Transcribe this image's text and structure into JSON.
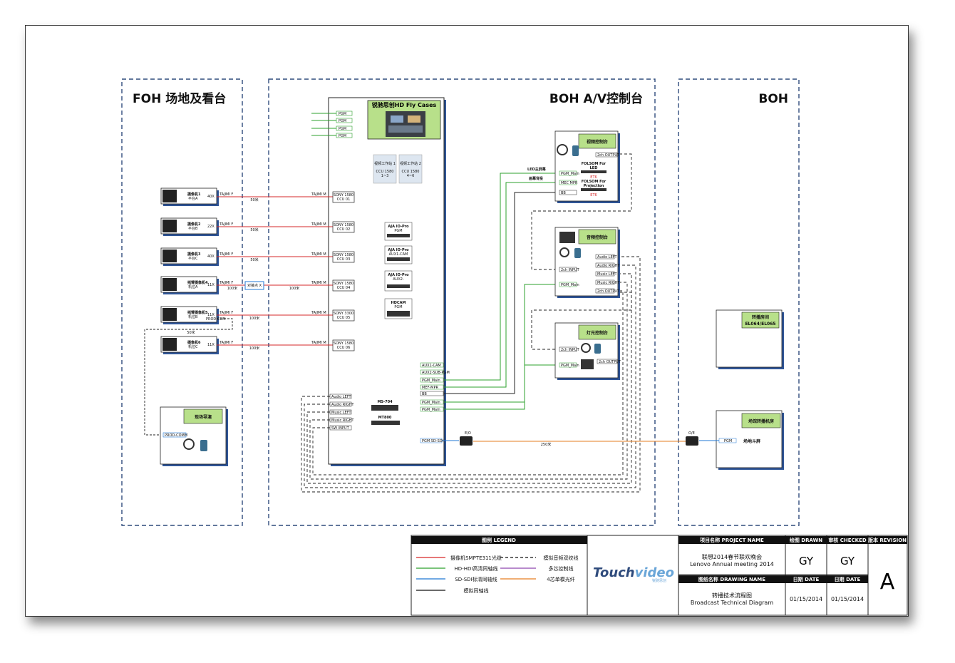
{
  "zones": {
    "foh": "FOH 场地及看台",
    "boh_av": "BOH A/V控制台",
    "boh": "BOH"
  },
  "fly_case": {
    "title": "锐驰思创HD Fly Cases",
    "ccu_group_1": [
      "视频工作站 1",
      "CCU 1580",
      "1~3"
    ],
    "ccu_group_2": [
      "视频工作站 2",
      "CCU 1580",
      "4~6"
    ],
    "aja_units": [
      [
        "AJA IO-Pro",
        "PGM"
      ],
      [
        "AJA IO-Pro",
        "AUX1-CAM"
      ],
      [
        "AJA IO-Pro",
        "AUX2-"
      ]
    ],
    "hdcam": [
      "HDCAM",
      "PGM"
    ],
    "ms_label": "MS-704",
    "mt_label": "MT800",
    "pgm_inputs": [
      "PGM",
      "PGM",
      "PGM",
      "PGM"
    ],
    "right_ports": [
      "AUX1-CAM",
      "AUX2-SUB-PGM",
      "PGM_Main",
      "MEF-MPR",
      "BB",
      "PGM_Main",
      "PGM_Main"
    ],
    "left_ports": [
      "Audio LEFT",
      "Audio RIGHT",
      "Music LEFT",
      "Music RIGHT",
      "SW INPUT"
    ],
    "sd_port": "PGM SD-SDI"
  },
  "cameras": [
    {
      "name": "摄像机1",
      "sub": "平台A",
      "zoom": "40X",
      "ccu": [
        "SONY 1580",
        "CCU 01"
      ],
      "cable": "50米"
    },
    {
      "name": "摄像机2",
      "sub": "平台B",
      "zoom": "22X",
      "ccu": [
        "SONY 1580",
        "CCU 02"
      ],
      "cable": "50米"
    },
    {
      "name": "摄像机3",
      "sub": "平台C",
      "zoom": "40X",
      "ccu": [
        "SONY 1580",
        "CCU 03"
      ],
      "cable": "50米"
    },
    {
      "name": "摇臂摄像机4",
      "sub": "机位A",
      "zoom": "11X",
      "ccu": [
        "SONY 1580",
        "CCU 04"
      ],
      "cable": "100米"
    },
    {
      "name": "摇臂摄像机5",
      "sub": "机位B",
      "zoom": "11X",
      "ccu": [
        "SONY 3300",
        "CCU 05"
      ],
      "cable": "100米"
    },
    {
      "name": "摄像机6",
      "sub": "机位C",
      "zoom": "11X",
      "ccu": [
        "SONY 1580",
        "CCU 06"
      ],
      "cable": "100米"
    }
  ],
  "cable_tag_left": "TAJIMI F",
  "cable_tag_right": "TAJIMI M",
  "junction_box": "对接点 X",
  "junction_len": "100米",
  "cam5_intercom_len": "50米",
  "prod_com": "PROD COM",
  "director": {
    "title": "现场导演",
    "port": "PROD-COMM"
  },
  "video_console": {
    "title": "视频控制台",
    "port_top": "2ch OUTPUT",
    "folsom_led": [
      "FOLSOM For",
      "LED"
    ],
    "folsom_proj": [
      "FOLSOM For",
      "Projection"
    ],
    "et": [
      "ET6",
      "ET6"
    ],
    "ports": [
      "PGM_Main",
      "MEC MPR",
      "BB"
    ],
    "led_label": "LED主屏幕",
    "proj_label": "画幕背投"
  },
  "audio_console": {
    "title": "音频控制台",
    "input": "2ch INPUT",
    "pgm": "PGM_Main",
    "outputs": [
      "Audio LEFT",
      "Audio RIGHT",
      "Music LEFT",
      "Music RIGHT",
      "2ch OUTPUT"
    ]
  },
  "light_console": {
    "title": "灯光控制台",
    "input": "2ch INPUT",
    "pgm": "PGM_Main",
    "output": "2ch OUTPUT"
  },
  "transfer_room": {
    "title": "转播房间",
    "sub": "EL064/EL065"
  },
  "venue_room": {
    "title": "场馆转播机房",
    "port": "PGM",
    "label": "场地斗屏"
  },
  "fiber": {
    "eo": "E/O",
    "oe": "O/E",
    "length": "250米"
  },
  "legend": {
    "title": "图例 LEGEND",
    "items": [
      {
        "label": "摄像机SMPTE311光缆",
        "color": "#d62728",
        "dash": false
      },
      {
        "label": "HD-HDI高清同轴线",
        "color": "#2ca02c",
        "dash": false
      },
      {
        "label": "SD-SDI标清同轴线",
        "color": "#1f77d4",
        "dash": false
      },
      {
        "label": "模拟同轴线",
        "color": "#111111",
        "dash": false
      },
      {
        "label": "模拟音频双绞线",
        "color": "#111111",
        "dash": true
      },
      {
        "label": "多芯控制线",
        "color": "#8e44ad",
        "dash": false
      },
      {
        "label": "4芯单模光纤",
        "color": "#e67e22",
        "dash": false
      }
    ]
  },
  "title_block": {
    "logo_main": "Touch",
    "logo_video": "video",
    "logo_cn": "锐驰思创",
    "project_header": "项目名称 PROJECT NAME",
    "project_cn": "联想2014春节联欢晚会",
    "project_en": "Lenovo Annual meeting 2014",
    "drawing_header": "图纸名称 DRAWING NAME",
    "drawing_cn": "转播技术流程图",
    "drawing_en": "Broadcast Technical Diagram",
    "drawn_header": "绘图 DRAWN",
    "checked_header": "审核 CHECKED",
    "revision_header": "版本 REVISION",
    "drawn": "GY",
    "checked": "GY",
    "date_header_1": "日期 DATE",
    "date_header_2": "日期 DATE",
    "date_1": "01/15/2014",
    "date_2": "01/15/2014",
    "revision": "A"
  },
  "colors": {
    "smpte": "#d62728",
    "hd": "#2ca02c",
    "sd": "#1f77d4",
    "fiber": "#e67e22",
    "header_green": "#b8e08a",
    "zone_border": "#2f4b7c"
  }
}
